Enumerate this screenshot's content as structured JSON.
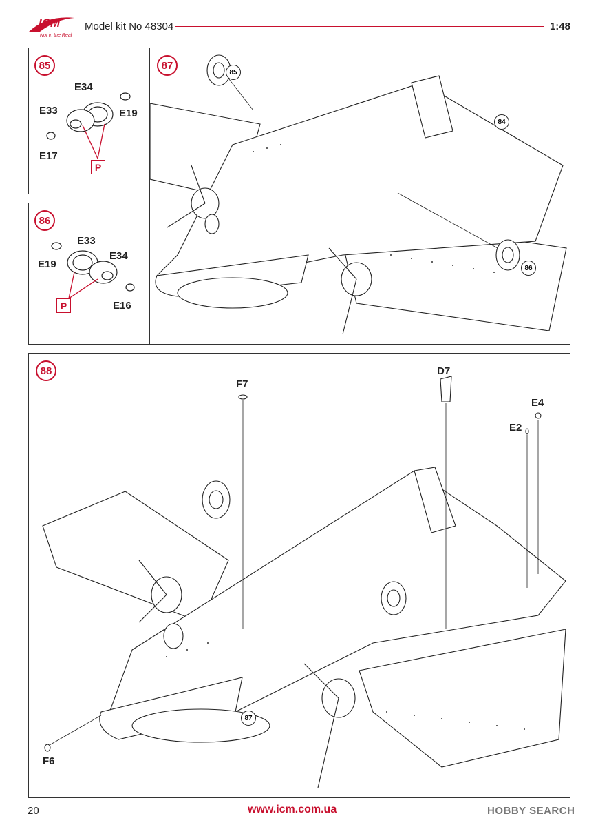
{
  "header": {
    "brand": "ICM",
    "tagline": "Not in the Real",
    "kit_title": "Model kit No 48304",
    "scale": "1:48"
  },
  "steps": {
    "s85": {
      "number": "85",
      "parts": [
        "E34",
        "E33",
        "E19",
        "E17"
      ],
      "paint": "P"
    },
    "s86": {
      "number": "86",
      "parts": [
        "E33",
        "E19",
        "E34",
        "E16"
      ],
      "paint": "P"
    },
    "s87": {
      "number": "87",
      "refs": [
        "85",
        "84",
        "86"
      ]
    },
    "s88": {
      "number": "88",
      "parts": [
        "F7",
        "D7",
        "E4",
        "E2",
        "F6"
      ],
      "refs": [
        "87"
      ]
    }
  },
  "footer": {
    "page": "20",
    "url": "www.icm.com.ua",
    "watermark": "HOBBY SEARCH"
  },
  "colors": {
    "accent": "#c8102e",
    "line": "#222222"
  }
}
